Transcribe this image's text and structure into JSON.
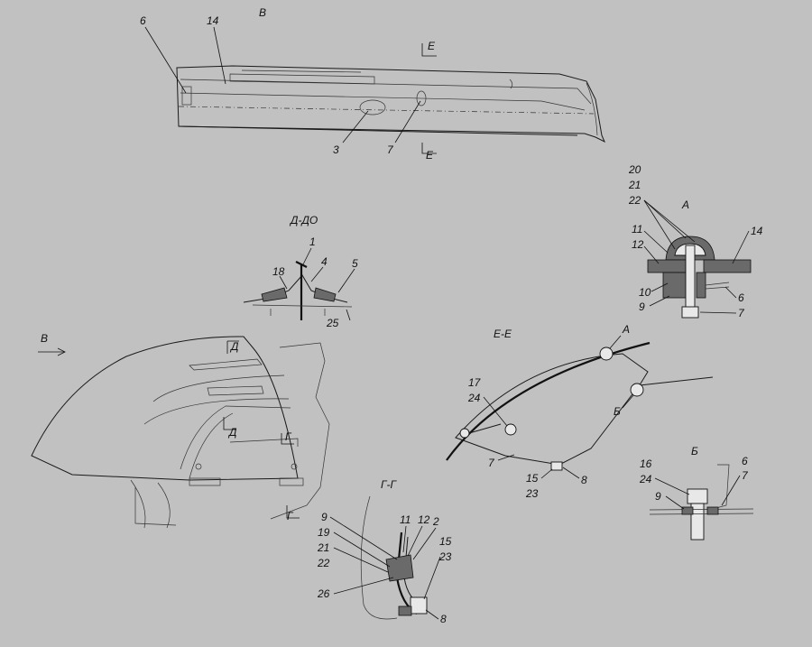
{
  "views": {
    "v": {
      "title": "В"
    },
    "dd": {
      "title": "Д-ДО"
    },
    "a": {
      "title": "А"
    },
    "ee": {
      "title": "Е-Е"
    },
    "b": {
      "title": "Б"
    },
    "gg": {
      "title": "Г-Г"
    }
  },
  "labels": {
    "v_6": "6",
    "v_14": "14",
    "v_3": "3",
    "v_7": "7",
    "v_e_top": "Е",
    "v_e_bot": "Е",
    "dd_1": "1",
    "dd_18": "18",
    "dd_4": "4",
    "dd_5": "5",
    "dd_25": "25",
    "a_20": "20",
    "a_21": "21",
    "a_22": "22",
    "a_11": "11",
    "a_12": "12",
    "a_14": "14",
    "a_10": "10",
    "a_9": "9",
    "a_6": "6",
    "a_7": "7",
    "main_b_arrow": "В",
    "main_d_top": "Д",
    "main_d_mid": "Д",
    "main_g_right": "Г",
    "main_g_bot": "Г",
    "ee_a": "А",
    "ee_b": "Б",
    "ee_17": "17",
    "ee_24": "24",
    "ee_7": "7",
    "ee_15": "15",
    "ee_23": "23",
    "ee_8": "8",
    "b_16": "16",
    "b_24": "24",
    "b_9": "9",
    "b_6": "6",
    "b_7": "7",
    "gg_9": "9",
    "gg_19": "19",
    "gg_21": "21",
    "gg_22": "22",
    "gg_11": "11",
    "gg_12": "12",
    "gg_2": "2",
    "gg_15": "15",
    "gg_23": "23",
    "gg_26": "26",
    "gg_8": "8"
  }
}
